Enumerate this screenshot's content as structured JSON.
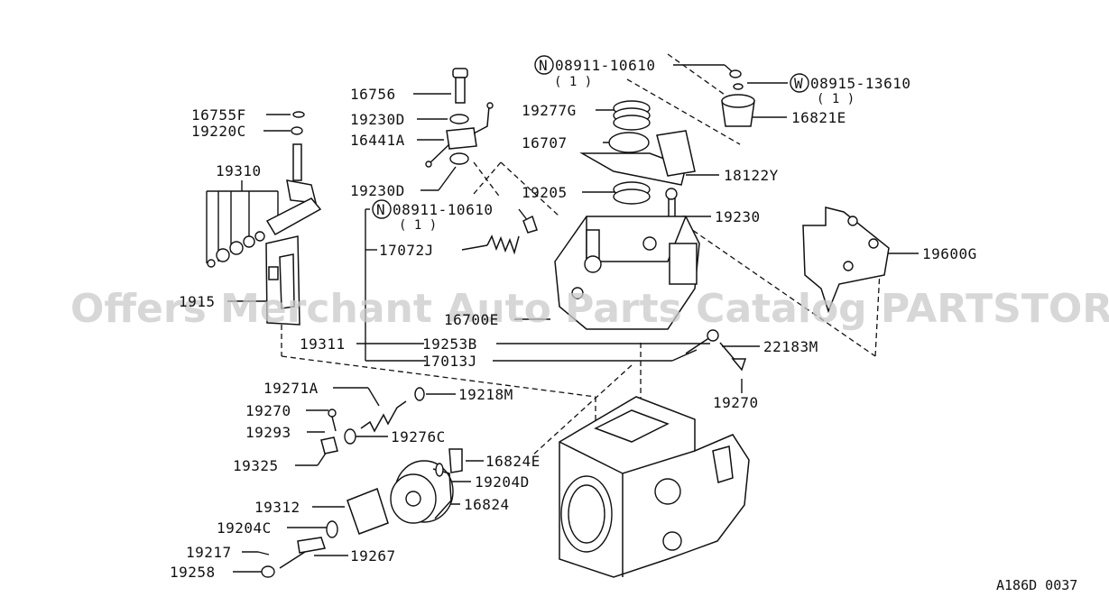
{
  "labels": [
    {
      "id": "16755F",
      "text": "16755F"
    },
    {
      "id": "19220C",
      "text": "19220C"
    },
    {
      "id": "19310",
      "text": "19310"
    },
    {
      "id": "1915",
      "text": "1915"
    },
    {
      "id": "16756",
      "text": "16756"
    },
    {
      "id": "19230D_a",
      "text": "19230D"
    },
    {
      "id": "16441A",
      "text": "16441A"
    },
    {
      "id": "19230D_b",
      "text": "19230D"
    },
    {
      "id": "08911_a",
      "text": "08911-10610"
    },
    {
      "id": "19277G",
      "text": "19277G"
    },
    {
      "id": "16707",
      "text": "16707"
    },
    {
      "id": "08915",
      "text": "08915-13610"
    },
    {
      "id": "16821E",
      "text": "16821E"
    },
    {
      "id": "18122Y",
      "text": "18122Y"
    },
    {
      "id": "19205",
      "text": "19205"
    },
    {
      "id": "19230",
      "text": "19230"
    },
    {
      "id": "08911_b",
      "text": "08911-10610"
    },
    {
      "id": "17072J",
      "text": "17072J"
    },
    {
      "id": "19600G",
      "text": "19600G"
    },
    {
      "id": "16700E",
      "text": "16700E"
    },
    {
      "id": "19311",
      "text": "19311"
    },
    {
      "id": "19253B",
      "text": "19253B"
    },
    {
      "id": "17013J",
      "text": "17013J"
    },
    {
      "id": "22183M",
      "text": "22183M"
    },
    {
      "id": "19270_r",
      "text": "19270"
    },
    {
      "id": "19271A",
      "text": "19271A"
    },
    {
      "id": "19218M",
      "text": "19218M"
    },
    {
      "id": "19270_l",
      "text": "19270"
    },
    {
      "id": "19293",
      "text": "19293"
    },
    {
      "id": "19276C",
      "text": "19276C"
    },
    {
      "id": "19325",
      "text": "19325"
    },
    {
      "id": "16824E",
      "text": "16824E"
    },
    {
      "id": "19204D",
      "text": "19204D"
    },
    {
      "id": "19312",
      "text": "19312"
    },
    {
      "id": "16824",
      "text": "16824"
    },
    {
      "id": "19204C",
      "text": "19204C"
    },
    {
      "id": "19217",
      "text": "19217"
    },
    {
      "id": "19267",
      "text": "19267"
    },
    {
      "id": "19258",
      "text": "19258"
    }
  ],
  "quantities": [
    {
      "id": "qty_08911_a",
      "text": "( 1 )"
    },
    {
      "id": "qty_08915",
      "text": "( 1 )"
    },
    {
      "id": "qty_08911_b",
      "text": "( 1 )"
    }
  ],
  "prefix_symbols": {
    "n_a": "N",
    "n_b": "N",
    "w": "W"
  },
  "watermark": "Offers Merchant Auto Parts Catalog PARTSTORE.SA",
  "diagram_code": "A186D 0037"
}
